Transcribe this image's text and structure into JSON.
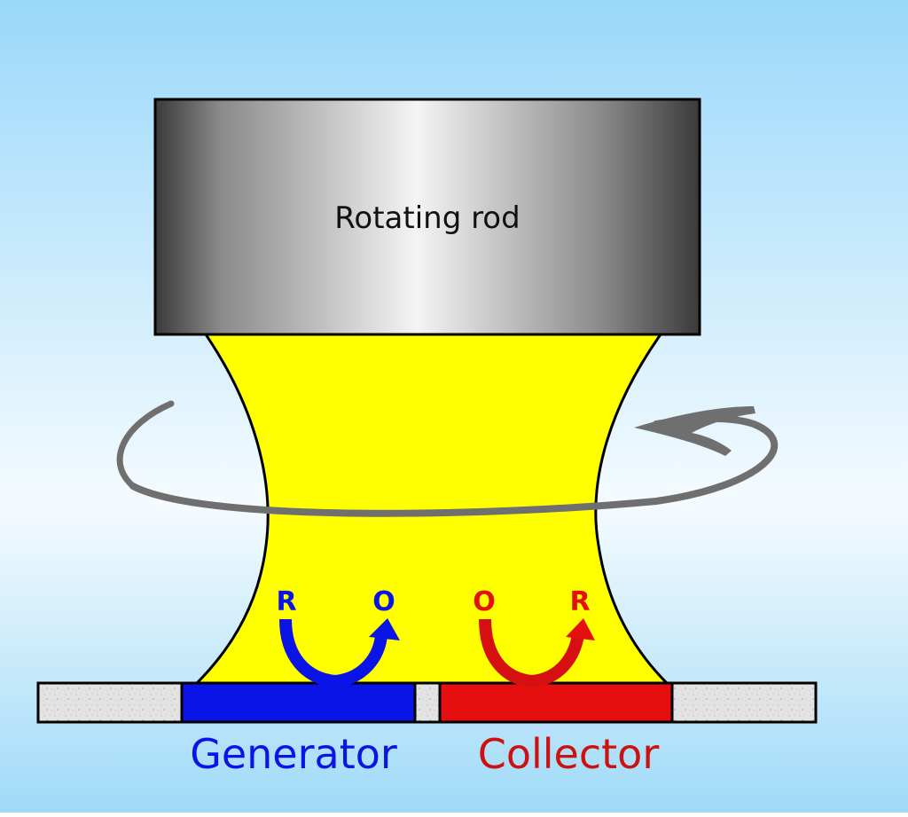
{
  "rod": {
    "label": "Rotating rod"
  },
  "generator": {
    "label": "Generator",
    "species_left": "R",
    "species_right": "O",
    "color": "#0a14e6"
  },
  "collector": {
    "label": "Collector",
    "species_left": "O",
    "species_right": "R",
    "color": "#e60f0f",
    "label_color": "#cc1111"
  },
  "colors": {
    "background_top": "#9ad8fa",
    "background_mid": "#f5fbfe",
    "solution": "#ffff00",
    "rotation_arrow": "#6f6f6f"
  },
  "icons": {
    "rotation": "circular-rotation-arrow-icon",
    "generator_reaction": "curved-up-arrow-icon",
    "collector_reaction": "curved-up-arrow-icon"
  }
}
